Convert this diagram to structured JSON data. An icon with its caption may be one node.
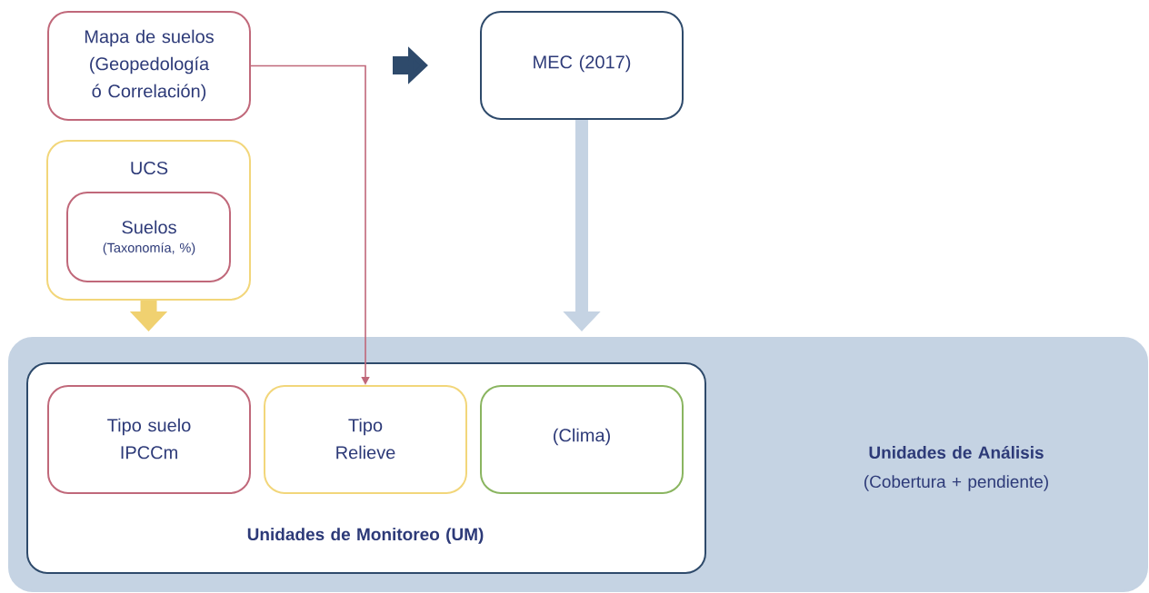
{
  "diagram": {
    "nodes": [
      {
        "text": [
          "Mapa de suelos (Geopedología ó Correlación)"
        ]
      },
      {
        "text": [
          "UCS"
        ]
      },
      {
        "text": [
          "Suelos",
          "(Taxonomía, %)"
        ],
        "in": 1
      },
      {
        "text": [
          "MEC (2017)"
        ]
      },
      {
        "text": [
          "Unidades de Análisis",
          "(Cobertura + pendiente)"
        ]
      },
      {
        "text": [
          "Unidades de Monitoreo (UM)"
        ],
        "in": 4
      },
      {
        "text": [
          "Tipo suelo IPCCm"
        ],
        "in": 5
      },
      {
        "text": [
          "Tipo Relieve"
        ],
        "in": 5
      },
      {
        "text": [
          "(Clima)"
        ],
        "in": 5
      }
    ],
    "edges": [
      {
        "from": 0,
        "to": 7,
        "arrow": "to",
        "color": "#c0687a"
      },
      {
        "from": 1,
        "to": 4,
        "arrow": "to",
        "color": "#f0d170"
      },
      {
        "from": 3,
        "to": 4,
        "arrow": "to",
        "color": "#c5d3e3"
      }
    ]
  }
}
